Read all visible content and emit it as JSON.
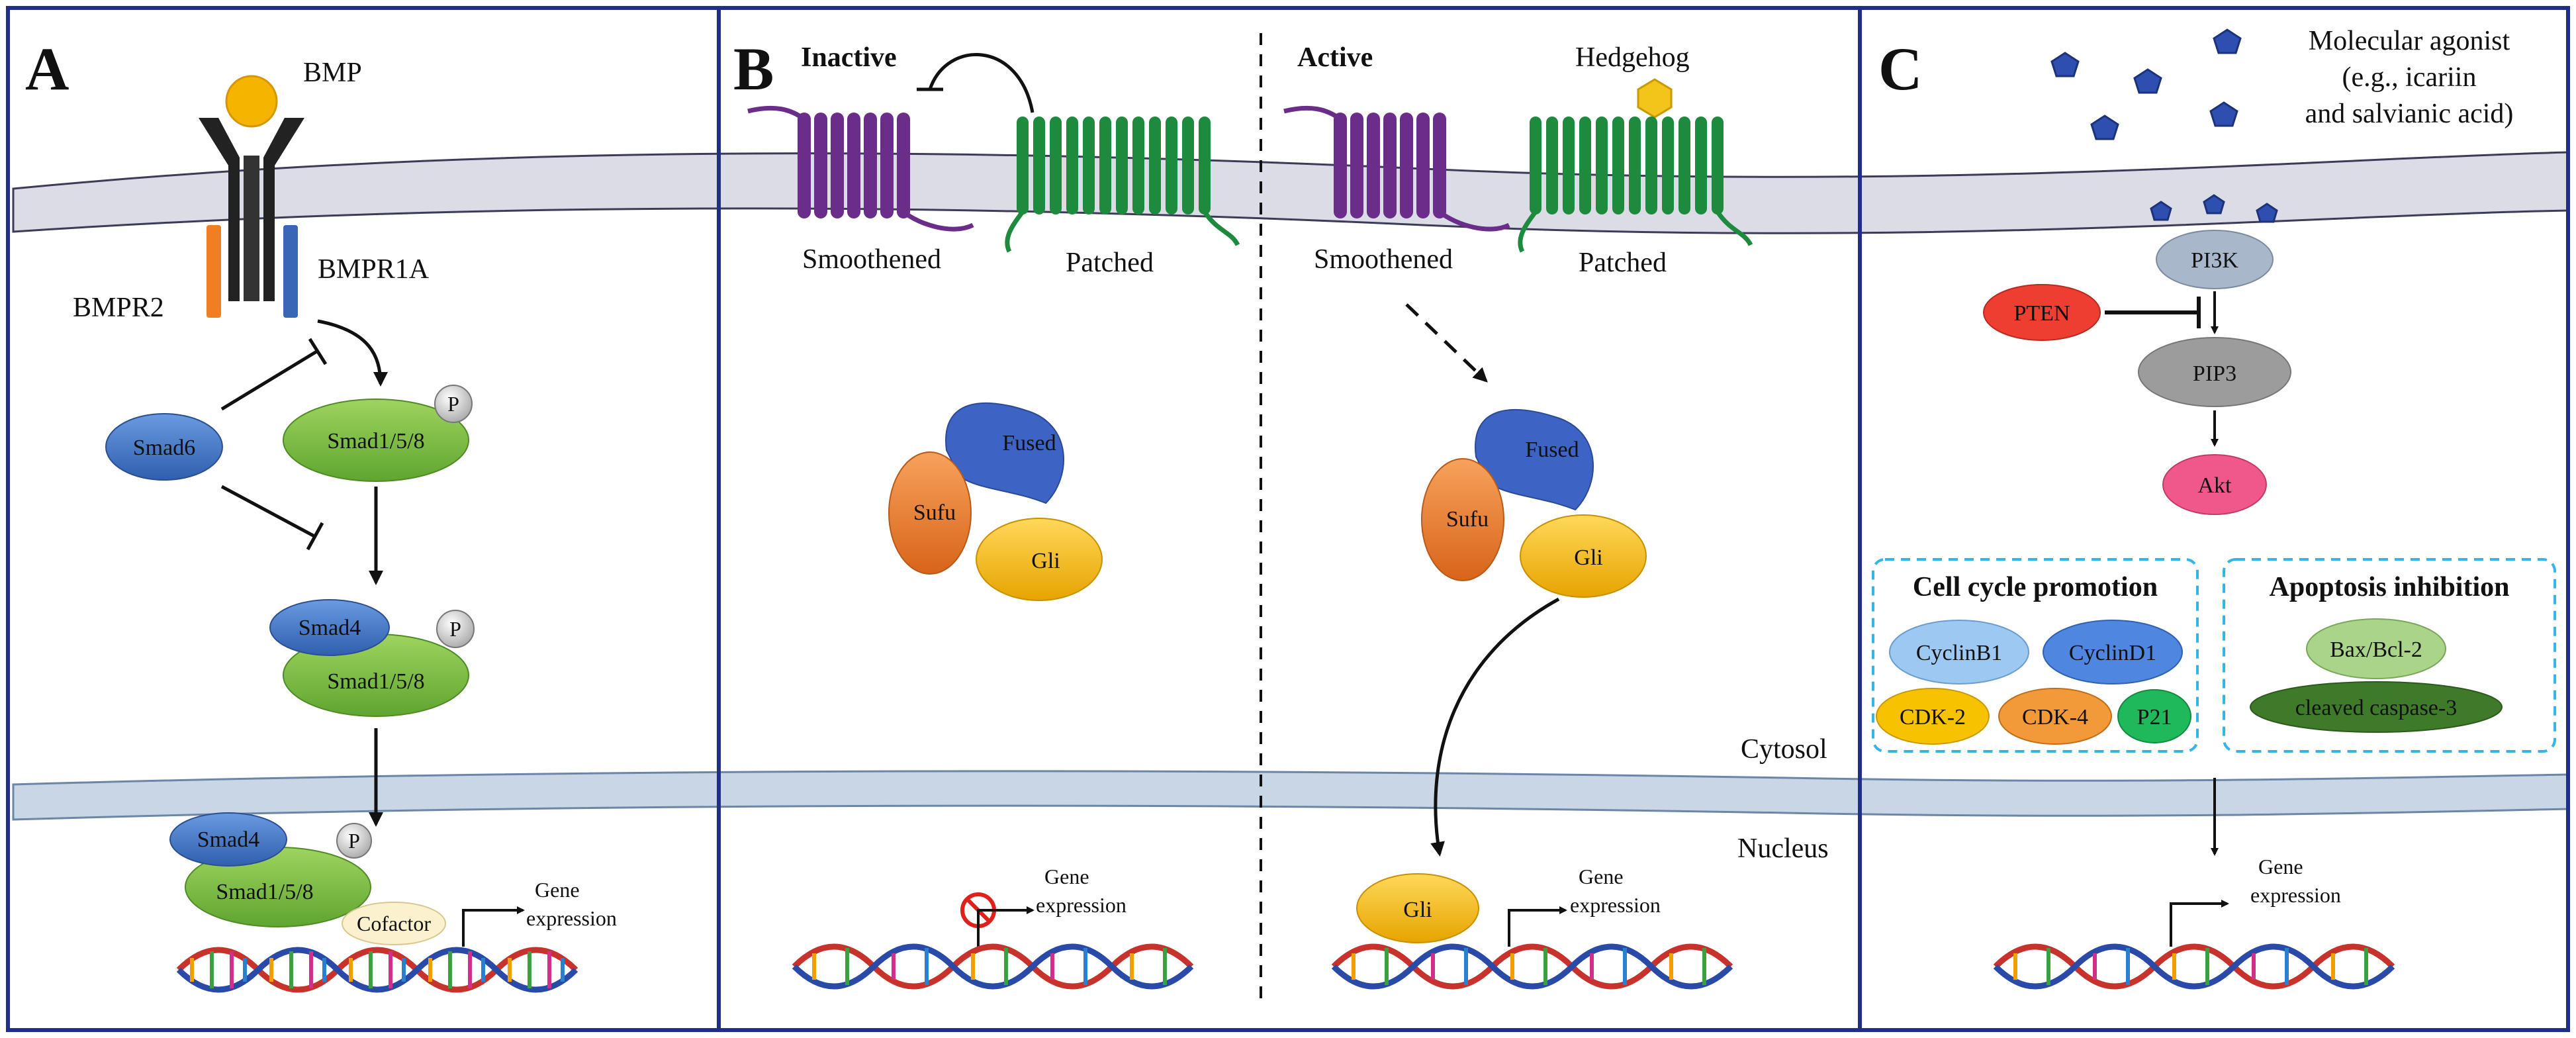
{
  "panels": {
    "a": {
      "letter": "A",
      "ligand": "BMP",
      "receptor_left": "BMPR2",
      "receptor_right": "BMPR1A",
      "smad6": "Smad6",
      "smad158": "Smad1/5/8",
      "smad4": "Smad4",
      "phospho": "P",
      "cofactor": "Cofactor",
      "gene_expression_line1": "Gene",
      "gene_expression_line2": "expression"
    },
    "b": {
      "letter": "B",
      "inactive": "Inactive",
      "active": "Active",
      "hedgehog": "Hedgehog",
      "smoothened": "Smoothened",
      "patched": "Patched",
      "fused": "Fused",
      "sufu": "Sufu",
      "gli": "Gli",
      "cytosol": "Cytosol",
      "nucleus": "Nucleus",
      "gene_expression_line1": "Gene",
      "gene_expression_line2": "expression"
    },
    "c": {
      "letter": "C",
      "agonist_line1": "Molecular agonist",
      "agonist_line2": "(e.g., icariin",
      "agonist_line3": "and salvianic acid)",
      "pi3k": "PI3K",
      "pten": "PTEN",
      "pip3": "PIP3",
      "akt": "Akt",
      "cell_cycle_title": "Cell cycle promotion",
      "apoptosis_title": "Apoptosis inhibition",
      "cyclinb1": "CyclinB1",
      "cyclind1": "CyclinD1",
      "cdk2": "CDK-2",
      "cdk4": "CDK-4",
      "p21": "P21",
      "baxbcl2": "Bax/Bcl-2",
      "caspase3": "cleaved caspase-3",
      "gene_expression_line1": "Gene",
      "gene_expression_line2": "expression"
    }
  },
  "colors": {
    "frame": "#1f2f86",
    "membrane_fill": "#dcdce6",
    "membrane_edge": "#3c3c5a",
    "nuclear_fill": "#c9d6e6",
    "nuclear_edge": "#6c86a8",
    "smad_green": "#7fc241",
    "smad_blue": "#3f78c8",
    "smoothened": "#6b2d8a",
    "patched": "#1e8a3e",
    "fused": "#3d63c4",
    "sufu": "#ee7d2a",
    "gli": "#f7b90c",
    "pten": "#ee3e32",
    "pi3k": "#a9b7cb",
    "pip3": "#9c9c9c",
    "akt": "#f0588c",
    "dashed_box": "#33b5e5"
  }
}
